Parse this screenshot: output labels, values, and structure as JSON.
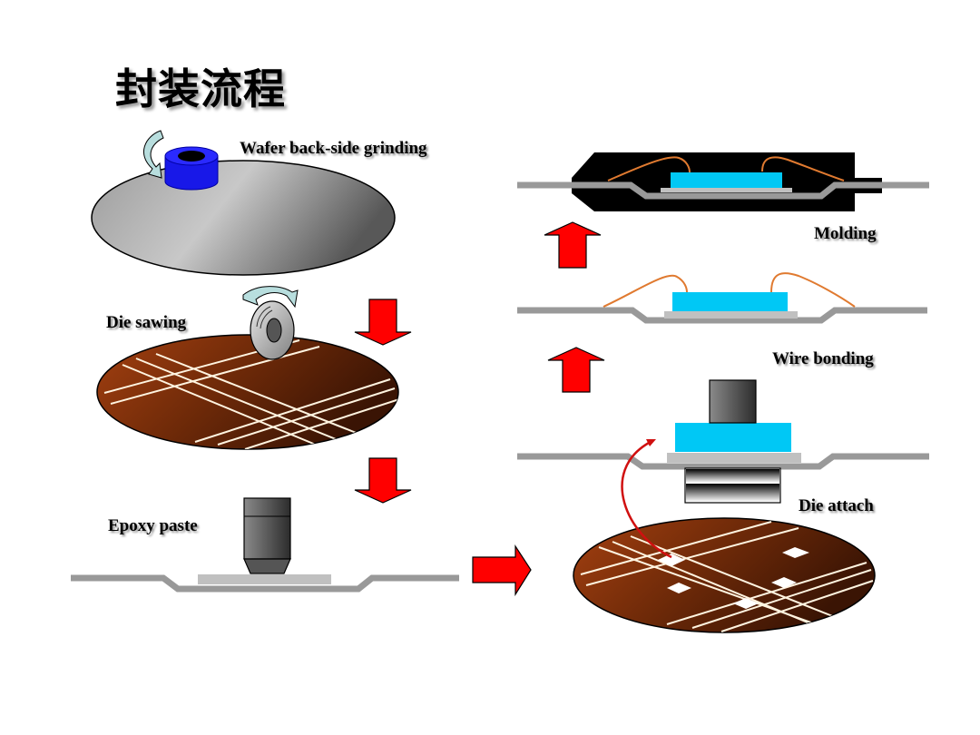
{
  "slide": {
    "title": "封装流程"
  },
  "steps": [
    {
      "id": "grinding",
      "label": "Wafer back-side grinding"
    },
    {
      "id": "sawing",
      "label": "Die sawing"
    },
    {
      "id": "epoxy",
      "label": "Epoxy paste"
    },
    {
      "id": "attach",
      "label": "Die attach"
    },
    {
      "id": "bonding",
      "label": "Wire bonding"
    },
    {
      "id": "molding",
      "label": "Molding"
    }
  ],
  "colors": {
    "arrow": "#ff0000",
    "die": "#00c8f5",
    "leadframe": "#999999",
    "pad": "#c0c0c0",
    "wire": "#e07a30",
    "wafer_brown": "#8a3208",
    "grinder": "#1a1aff",
    "mold": "#000000"
  }
}
